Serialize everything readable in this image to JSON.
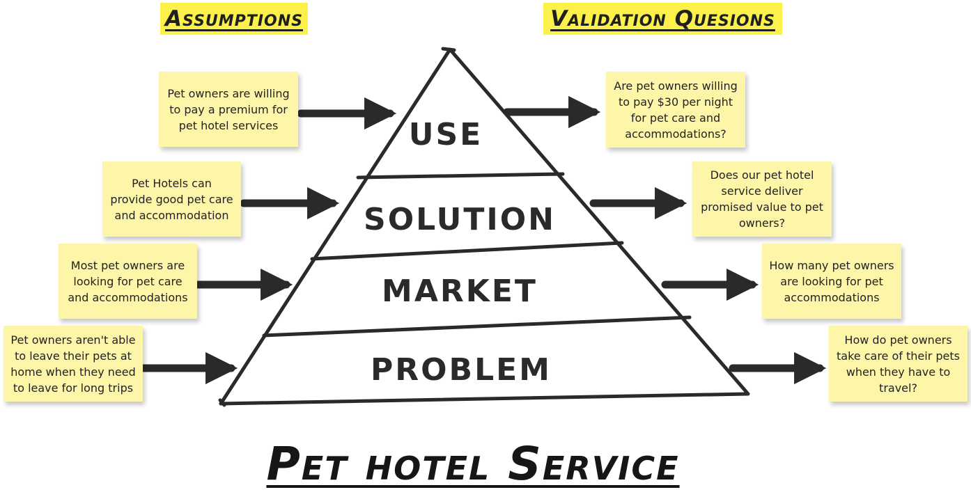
{
  "headers": {
    "assumptions": "Assumptions",
    "validation": "Validation Quesions"
  },
  "pyramid": {
    "layers": [
      "USE",
      "SOLUTION",
      "MARKET",
      "PROBLEM"
    ]
  },
  "assumptions": [
    "Pet owners are willing to pay a premium for pet hotel services",
    "Pet Hotels can provide good pet care and accommodation",
    "Most pet owners are looking for pet care and accommodations",
    "Pet owners aren't able to leave their pets at home when they need to leave for long trips"
  ],
  "questions": [
    "Are pet owners willing to pay $30 per night for pet care and accommodations?",
    "Does our pet hotel service deliver promised value to pet owners?",
    "How many pet owners are looking for pet accommodations",
    "How do pet owners take care of their pets when they have to travel?"
  ],
  "footer": {
    "title": "Pet hotel Service"
  },
  "colors": {
    "highlight": "#fbf14a",
    "sticky_note": "#fdf6a9",
    "ink": "#2a2a2a"
  }
}
